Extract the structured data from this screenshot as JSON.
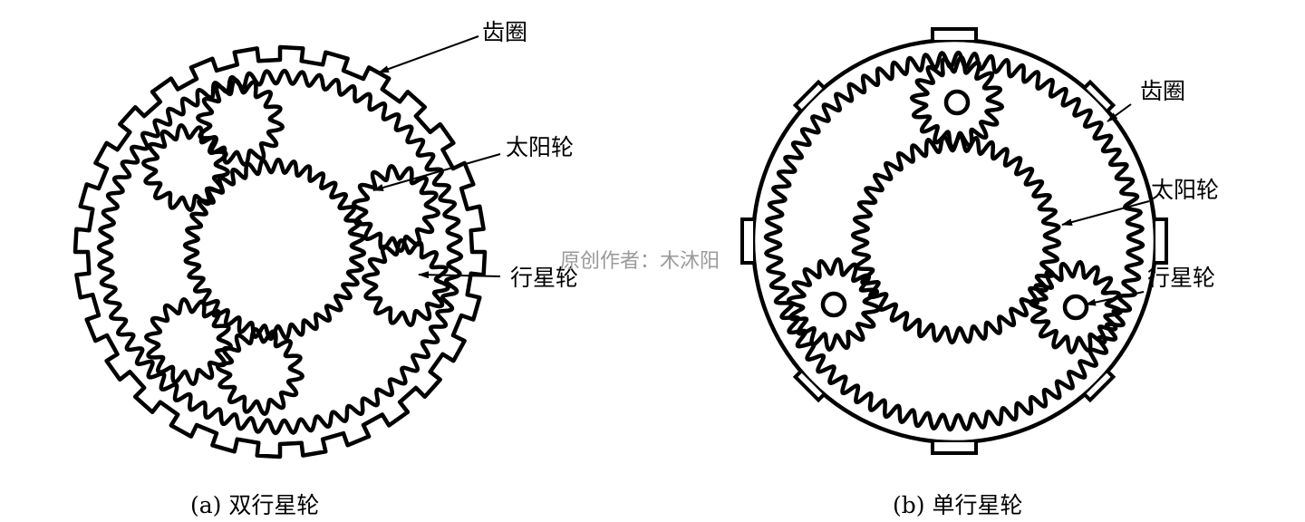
{
  "panel_a": {
    "labels": {
      "ring": "齿圈",
      "sun": "太阳轮",
      "planet": "行星轮"
    },
    "caption": "(a)  双行星轮"
  },
  "panel_b": {
    "labels": {
      "ring": "齿圈",
      "sun": "太阳轮",
      "planet": "行星轮"
    },
    "caption": "(b)  单行星轮"
  },
  "watermark": "原创作者：木沐阳",
  "colors": {
    "ink": "#000000",
    "watermark": "#9a9a9a"
  }
}
